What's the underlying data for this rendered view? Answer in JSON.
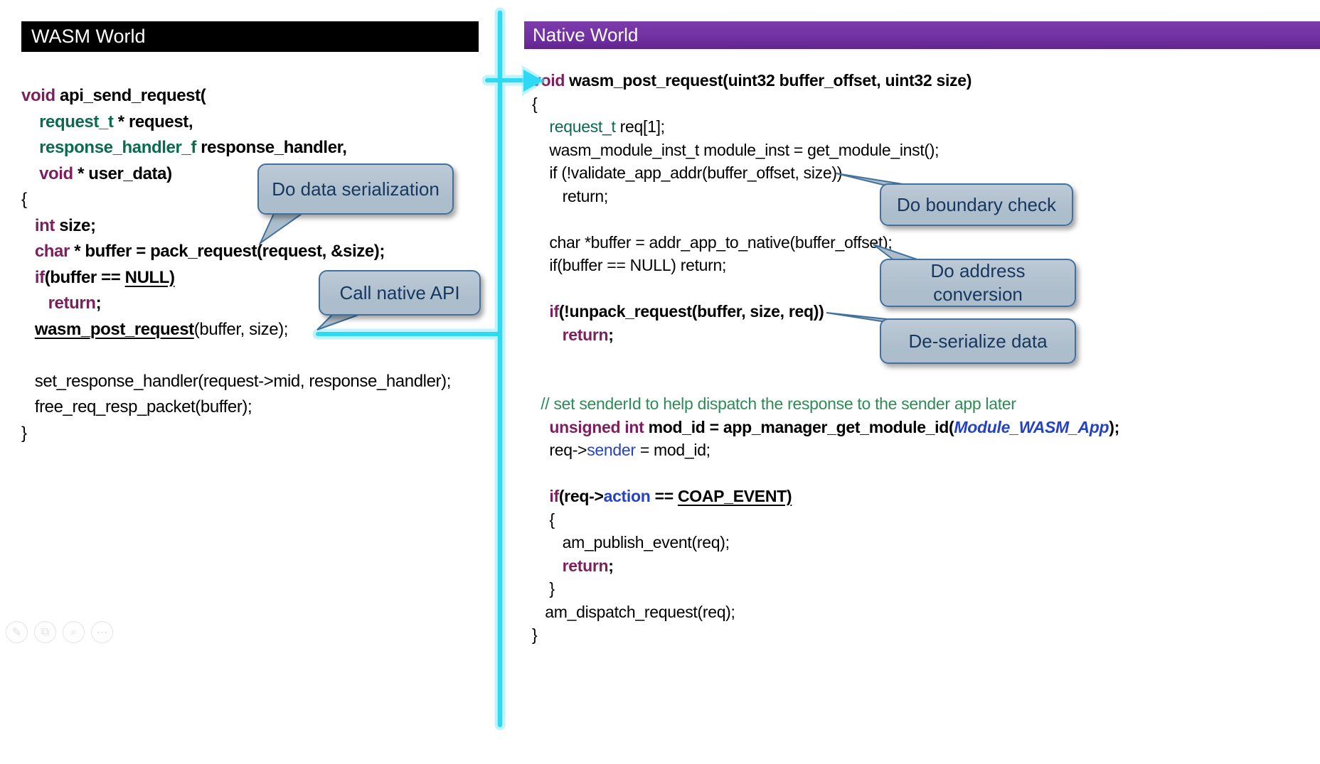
{
  "left_panel": {
    "header": "WASM World",
    "code": [
      [
        {
          "t": "void",
          "s": "kw"
        },
        {
          "t": " api_send_request(",
          "s": "b"
        }
      ],
      [
        {
          "t": "    ",
          "s": "b"
        },
        {
          "t": "request_t",
          "s": "ty"
        },
        {
          "t": " * request,",
          "s": "b"
        }
      ],
      [
        {
          "t": "    ",
          "s": "b"
        },
        {
          "t": "response_handler_f",
          "s": "ty"
        },
        {
          "t": " response_handler,",
          "s": "b"
        }
      ],
      [
        {
          "t": "    ",
          "s": "b"
        },
        {
          "t": "void",
          "s": "kw"
        },
        {
          "t": " * user_data)",
          "s": "b"
        }
      ],
      [
        {
          "t": "{",
          "s": ""
        }
      ],
      [
        {
          "t": "   ",
          "s": ""
        },
        {
          "t": "int",
          "s": "kw"
        },
        {
          "t": " size;",
          "s": "b"
        }
      ],
      [
        {
          "t": "   ",
          "s": ""
        },
        {
          "t": "char",
          "s": "kw"
        },
        {
          "t": " * buffer = pack_request(request, &size);",
          "s": "b"
        }
      ],
      [
        {
          "t": "   ",
          "s": ""
        },
        {
          "t": "if",
          "s": "kw"
        },
        {
          "t": "(buffer == ",
          "s": "b"
        },
        {
          "t": "NULL)",
          "s": "u"
        }
      ],
      [
        {
          "t": "      ",
          "s": ""
        },
        {
          "t": "return",
          "s": "kw"
        },
        {
          "t": ";",
          "s": "b"
        }
      ],
      [
        {
          "t": "   ",
          "s": ""
        },
        {
          "t": "wasm_post_request",
          "s": "u"
        },
        {
          "t": "(buffer, size);",
          "s": ""
        }
      ],
      [],
      [
        {
          "t": "   set_response_handler(request->mid, response_handler);",
          "s": ""
        }
      ],
      [
        {
          "t": "   free_req_resp_packet(buffer);",
          "s": ""
        }
      ],
      [
        {
          "t": "}",
          "s": ""
        }
      ]
    ]
  },
  "right_panel": {
    "header": "Native World",
    "code": [
      [
        {
          "t": "void",
          "s": "kw"
        },
        {
          "t": " wasm_post_request(uint32 buffer_offset, uint32 size)",
          "s": "b"
        }
      ],
      [
        {
          "t": "{",
          "s": ""
        }
      ],
      [
        {
          "t": "    ",
          "s": ""
        },
        {
          "t": "request_t",
          "s": "tg"
        },
        {
          "t": " req[1];",
          "s": ""
        }
      ],
      [
        {
          "t": "    wasm_module_inst_t module_inst = get_module_inst();",
          "s": ""
        }
      ],
      [
        {
          "t": "    if (!validate_app_addr(buffer_offset, size))",
          "s": ""
        }
      ],
      [
        {
          "t": "       return;",
          "s": ""
        }
      ],
      [],
      [
        {
          "t": "    char *buffer = addr_app_to_native(buffer_offset);",
          "s": ""
        }
      ],
      [
        {
          "t": "    if(buffer == NULL) return;",
          "s": ""
        }
      ],
      [],
      [
        {
          "t": "    ",
          "s": ""
        },
        {
          "t": "if",
          "s": "kw"
        },
        {
          "t": "(!unpack_request(buffer, size, req))",
          "s": "b"
        }
      ],
      [
        {
          "t": "       ",
          "s": ""
        },
        {
          "t": "return",
          "s": "kw"
        },
        {
          "t": ";",
          "s": "b"
        }
      ],
      [],
      [],
      [
        {
          "t": "  ",
          "s": ""
        },
        {
          "t": "// set senderId to help dispatch the response to the sender app later",
          "s": "cm"
        }
      ],
      [
        {
          "t": "    ",
          "s": ""
        },
        {
          "t": "unsigned int",
          "s": "kw"
        },
        {
          "t": " mod_id = app_manager_get_module_id(",
          "s": "b"
        },
        {
          "t": "Module_WASM_App",
          "s": "bib"
        },
        {
          "t": ");",
          "s": "b"
        }
      ],
      [
        {
          "t": "    req->",
          "s": ""
        },
        {
          "t": "sender",
          "s": "bl"
        },
        {
          "t": " = mod_id;",
          "s": ""
        }
      ],
      [],
      [
        {
          "t": "    ",
          "s": ""
        },
        {
          "t": "if",
          "s": "kw"
        },
        {
          "t": "(req->",
          "s": "b"
        },
        {
          "t": "action",
          "s": "blb"
        },
        {
          "t": " == ",
          "s": "b"
        },
        {
          "t": "COAP_EVENT)",
          "s": "u"
        }
      ],
      [
        {
          "t": "    {",
          "s": ""
        }
      ],
      [
        {
          "t": "       am_publish_event(req);",
          "s": ""
        }
      ],
      [
        {
          "t": "       ",
          "s": ""
        },
        {
          "t": "return",
          "s": "kw"
        },
        {
          "t": ";",
          "s": "b"
        }
      ],
      [
        {
          "t": "    }",
          "s": ""
        }
      ],
      [
        {
          "t": "   am_dispatch_request(req);",
          "s": ""
        }
      ],
      [
        {
          "t": "}",
          "s": ""
        }
      ]
    ]
  },
  "callouts": {
    "serialization": "Do data serialization",
    "call_native": "Call native API",
    "boundary": "Do boundary check",
    "address": "Do address conversion",
    "deserialize": "De-serialize data"
  },
  "toolbar": {
    "icons": [
      {
        "name": "pen-icon",
        "glyph": "✎"
      },
      {
        "name": "highlighter-icon",
        "glyph": "⧉"
      },
      {
        "name": "magnifier-icon",
        "glyph": "⌕"
      },
      {
        "name": "more-icon",
        "glyph": "⋯"
      }
    ]
  },
  "colors": {
    "wasm_header_bg": "#000000",
    "native_header_bg": "#7030A0",
    "header_text": "#FFFFFF",
    "code_text": "#000000",
    "keyword": "#7D1F5C",
    "type_green": "#0B6B4E",
    "comment_green": "#2E8B57",
    "identifier_blue": "#2442C8",
    "callout_fill": "#ACBDCB",
    "callout_border": "#41719C",
    "callout_text": "#17375E",
    "arrow_cyan": "#2ED9F4"
  }
}
